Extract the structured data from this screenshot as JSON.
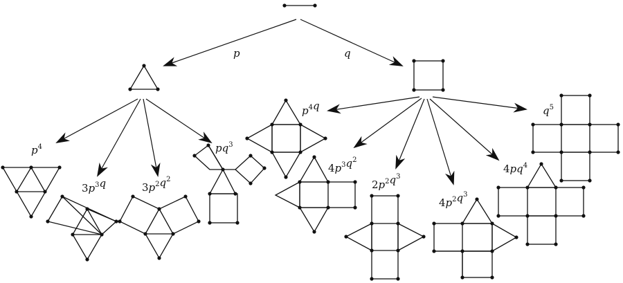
{
  "diagram": {
    "edge_labels": {
      "to_triangle": "p",
      "to_square": "q"
    },
    "triangle_children": [
      {
        "id": "tri4",
        "coef": "",
        "terms": [
          [
            "p",
            "4"
          ]
        ]
      },
      {
        "id": "tri3sq",
        "coef": "3",
        "terms": [
          [
            "p",
            "3"
          ],
          [
            "q",
            ""
          ]
        ]
      },
      {
        "id": "tri2sq",
        "coef": "3",
        "terms": [
          [
            "p",
            "2"
          ],
          [
            "q",
            "2"
          ]
        ]
      },
      {
        "id": "tri1sq",
        "coef": "",
        "terms": [
          [
            "p",
            ""
          ],
          [
            "q",
            "3"
          ]
        ]
      }
    ],
    "square_children": [
      {
        "id": "sq1tri4",
        "coef": "",
        "terms": [
          [
            "p",
            "4"
          ],
          [
            "q",
            ""
          ]
        ]
      },
      {
        "id": "sq2tri3",
        "coef": "4",
        "terms": [
          [
            "p",
            "3"
          ],
          [
            "q",
            "2"
          ]
        ]
      },
      {
        "id": "sq3tri2a",
        "coef": "2",
        "terms": [
          [
            "p",
            "2"
          ],
          [
            "q",
            "3"
          ]
        ]
      },
      {
        "id": "sq3tri2b",
        "coef": "4",
        "terms": [
          [
            "p",
            "2"
          ],
          [
            "q",
            "3"
          ]
        ]
      },
      {
        "id": "sq4tri1",
        "coef": "4",
        "terms": [
          [
            "p",
            ""
          ],
          [
            "q",
            "4"
          ]
        ]
      },
      {
        "id": "sq5",
        "coef": "",
        "terms": [
          [
            "q",
            "5"
          ]
        ]
      }
    ]
  },
  "colors": {
    "ink": "#111111",
    "background": "#ffffff"
  }
}
